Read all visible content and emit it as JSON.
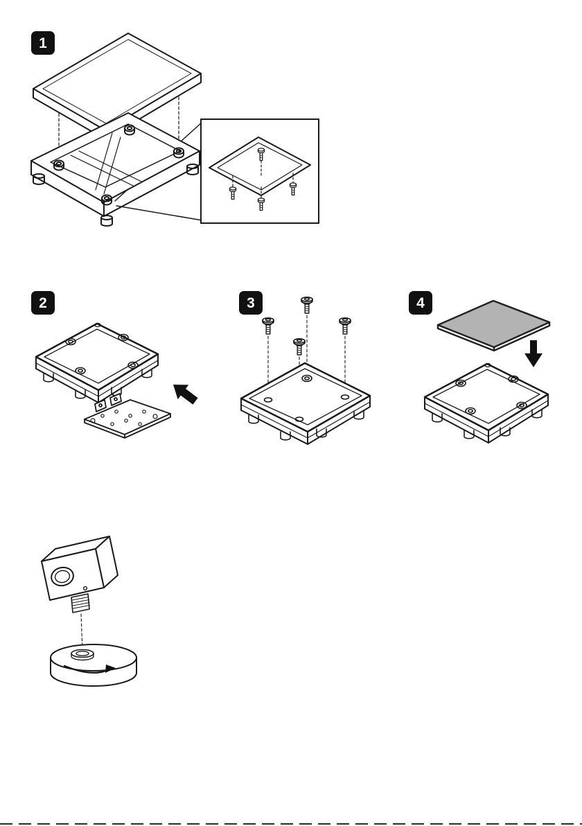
{
  "page": {
    "background": "#ffffff",
    "line_color": "#1a1a1a"
  },
  "colors": {
    "badge_bg": "#111111",
    "badge_text": "#ffffff",
    "plate_gray": "#b3b3b3",
    "arrow_black": "#111111"
  },
  "steps": [
    {
      "number": "1",
      "figure": "exploded-platform-frame-and-screws-with-detail-inset"
    },
    {
      "number": "2",
      "figure": "base-unit-with-bracket-and-up-left-arrow"
    },
    {
      "number": "3",
      "figure": "base-unit-with-four-screws"
    },
    {
      "number": "4",
      "figure": "gray-platter-placed-onto-base"
    }
  ],
  "detail_figure": {
    "figure": "leveling-foot-screwed-into-round-disc"
  }
}
